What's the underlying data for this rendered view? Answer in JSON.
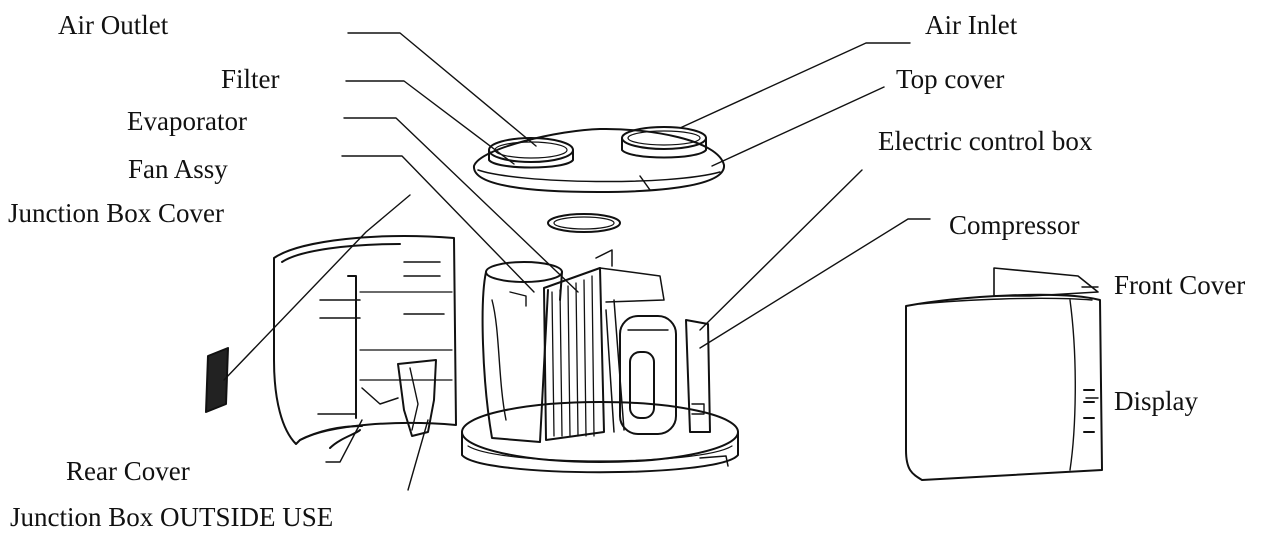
{
  "labels": {
    "air_outlet": "Air Outlet",
    "filter": "Filter",
    "evaporator": "Evaporator",
    "fan_assy": "Fan Assy",
    "junction_box_cover": "Junction Box Cover",
    "rear_cover": "Rear Cover",
    "junction_box_outside_use": "Junction Box OUTSIDE USE",
    "air_inlet": "Air Inlet",
    "top_cover": "Top cover",
    "electric_control_box": "Electric control box",
    "compressor": "Compressor",
    "front_cover": "Front Cover",
    "display": "Display"
  }
}
